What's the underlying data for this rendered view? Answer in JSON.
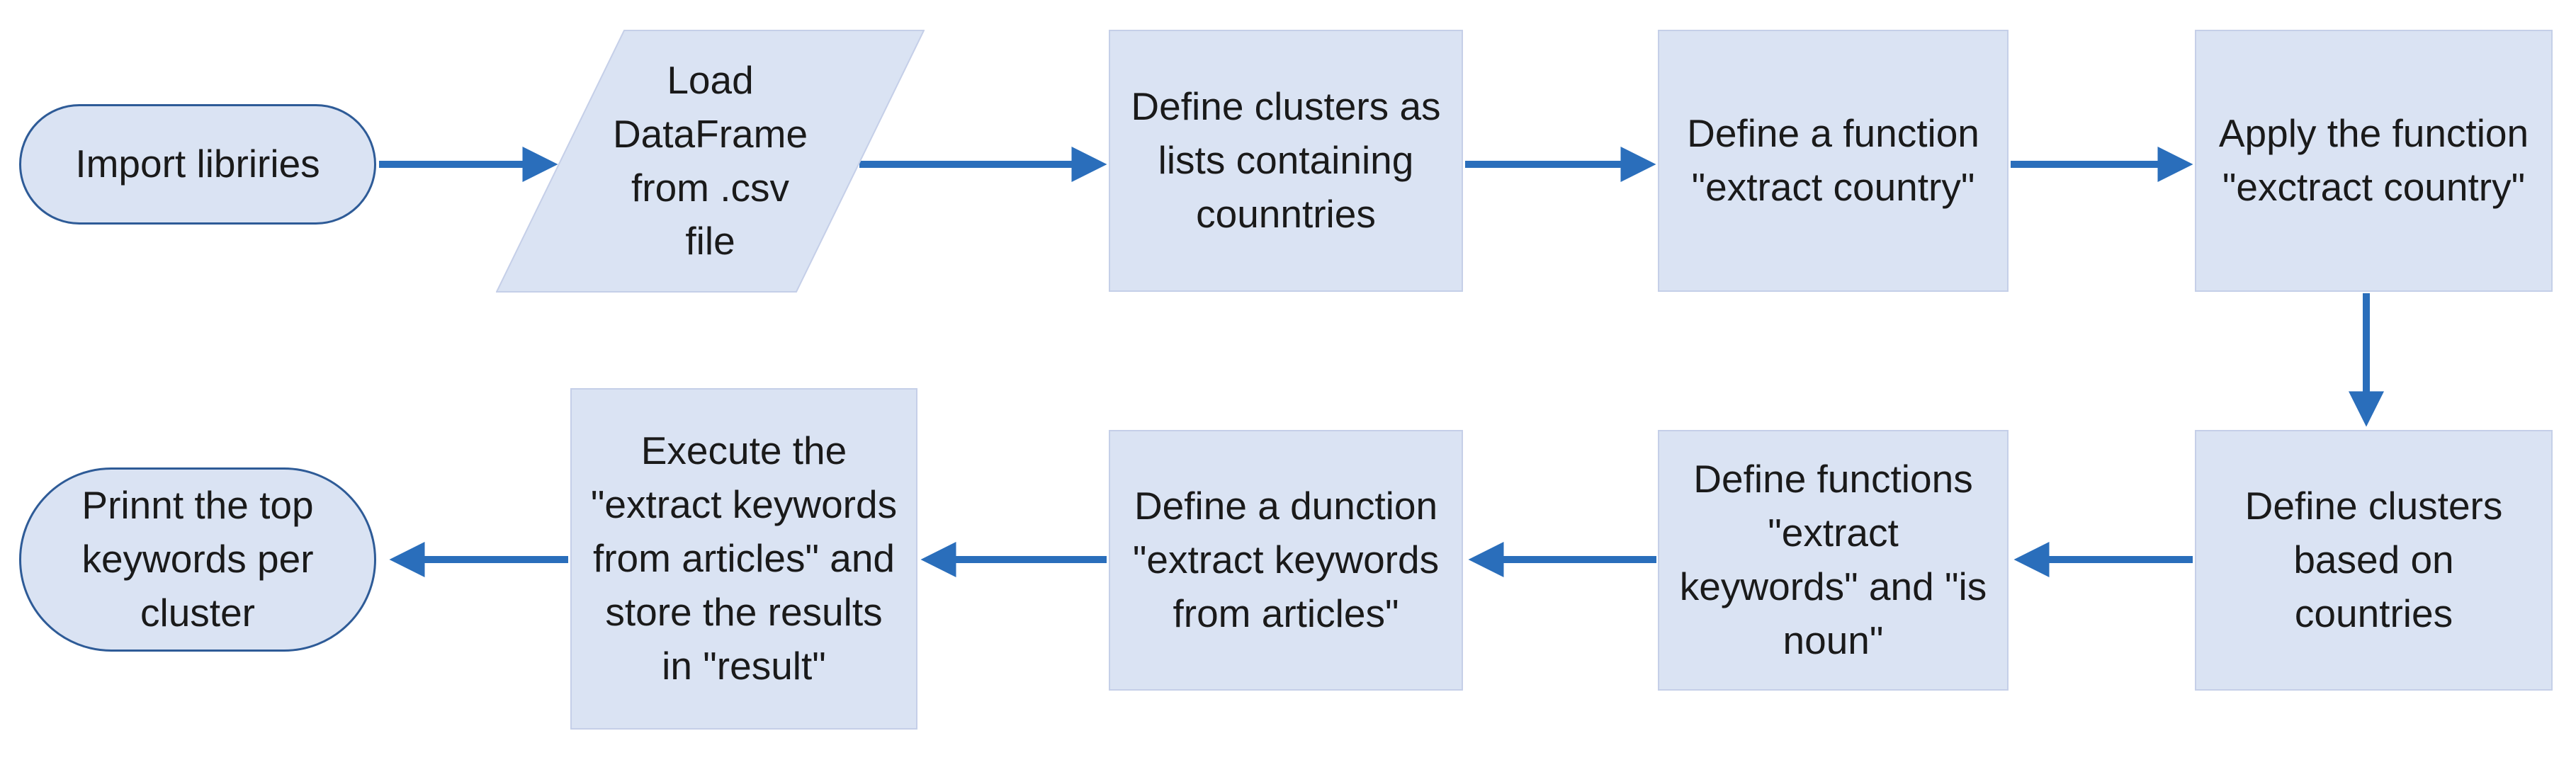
{
  "diagram_title": "",
  "colors": {
    "node_fill": "#dae3f3",
    "node_border": "#c5cfe8",
    "terminal_border": "#2e5b97",
    "arrow": "#2a6ebb",
    "text": "#1a1a1a",
    "background": "#ffffff"
  },
  "nodes": [
    {
      "id": "start-terminal",
      "shape": "stadium",
      "label": "Import libriries"
    },
    {
      "id": "load-dataframe",
      "shape": "parallelogram",
      "label": "Load\nDataFrame\nfrom .csv\nfile"
    },
    {
      "id": "define-clusters-as-lists",
      "shape": "rect",
      "label": "Define clusters as\nlists containing\ncounntries"
    },
    {
      "id": "define-function-extract-country",
      "shape": "rect",
      "label": "Define a function\n\"extract country\""
    },
    {
      "id": "apply-function-extract-country",
      "shape": "rect",
      "label": "Apply the function\n\"exctract country\""
    },
    {
      "id": "define-clusters-based-on-countries",
      "shape": "rect",
      "label": "Define clusters\nbased on\ncountries"
    },
    {
      "id": "define-keyword-noun-functions",
      "shape": "rect",
      "label": "Define functions\n\"extract\nkeywords\" and \"is\nnoun\""
    },
    {
      "id": "define-function-extract-keywords-articles",
      "shape": "rect",
      "label": "Define a dunction\n\"extract keywords\nfrom articles\""
    },
    {
      "id": "execute-and-store-results",
      "shape": "rect",
      "label": "Execute the\n\"extract keywords\nfrom articles\" and\nstore the results\nin \"result\""
    },
    {
      "id": "end-terminal",
      "shape": "stadium",
      "label": "Prinnt the top\nkeywords per\ncluster"
    }
  ],
  "edges": [
    {
      "from": "start-terminal",
      "to": "load-dataframe",
      "direction": "right"
    },
    {
      "from": "load-dataframe",
      "to": "define-clusters-as-lists",
      "direction": "right"
    },
    {
      "from": "define-clusters-as-lists",
      "to": "define-function-extract-country",
      "direction": "right"
    },
    {
      "from": "define-function-extract-country",
      "to": "apply-function-extract-country",
      "direction": "right"
    },
    {
      "from": "apply-function-extract-country",
      "to": "define-clusters-based-on-countries",
      "direction": "down"
    },
    {
      "from": "define-clusters-based-on-countries",
      "to": "define-keyword-noun-functions",
      "direction": "left"
    },
    {
      "from": "define-keyword-noun-functions",
      "to": "define-function-extract-keywords-articles",
      "direction": "left"
    },
    {
      "from": "define-function-extract-keywords-articles",
      "to": "execute-and-store-results",
      "direction": "left"
    },
    {
      "from": "execute-and-store-results",
      "to": "end-terminal",
      "direction": "left"
    }
  ]
}
